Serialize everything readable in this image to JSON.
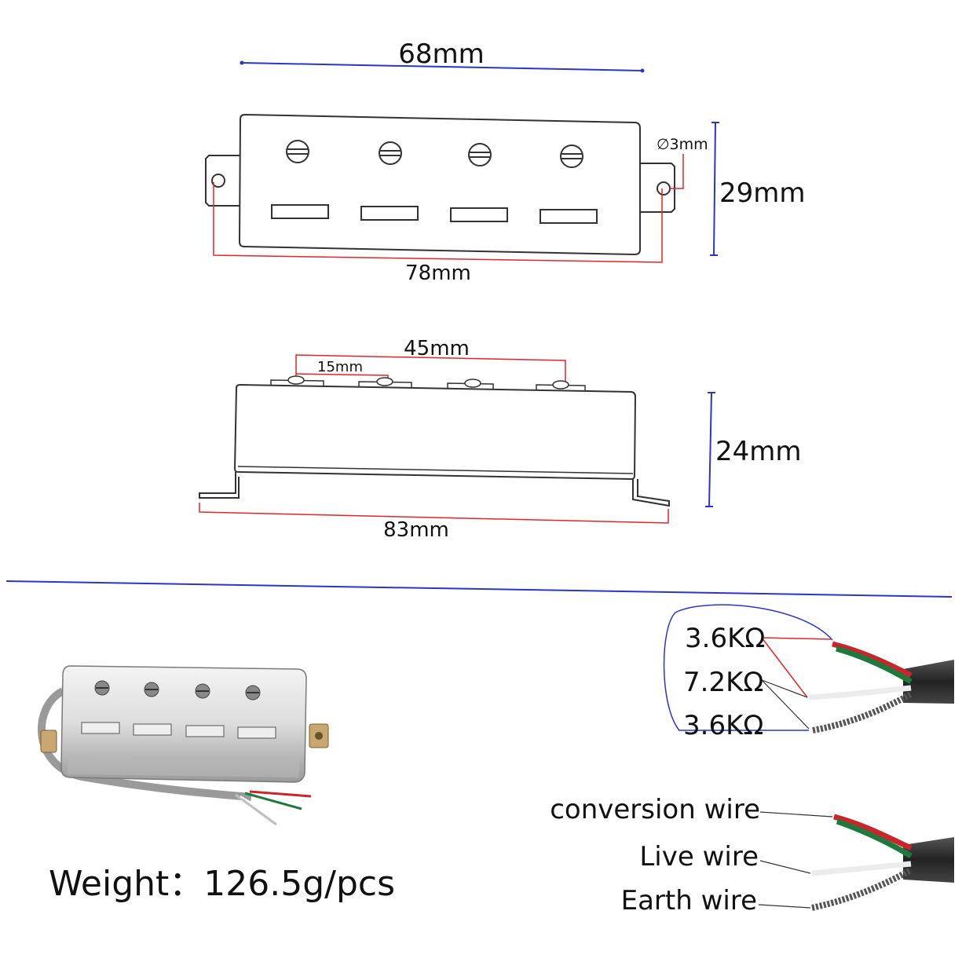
{
  "top_view": {
    "width_label": "68mm",
    "hole_label": "∅3mm",
    "height_label": "29mm",
    "length_label": "78mm"
  },
  "side_view": {
    "pole_spacing_label": "45mm",
    "pole_gap_label": "15mm",
    "height_label": "24mm",
    "base_length_label": "83mm"
  },
  "product": {
    "weight_text": "Weight：126.5g/pcs"
  },
  "wiring": {
    "resistances": [
      "3.6KΩ",
      "7.2KΩ",
      "3.6KΩ"
    ],
    "wire_labels": [
      "conversion wire",
      "Live wire",
      "Earth wire"
    ]
  },
  "colors": {
    "blue_dimension": "#2b35c8",
    "red_dimension": "#e0262a",
    "chrome": "#d8d8d8",
    "cable": "#2a2a2a",
    "green_wire": "#1e7a3c",
    "red_wire": "#c8262a"
  }
}
